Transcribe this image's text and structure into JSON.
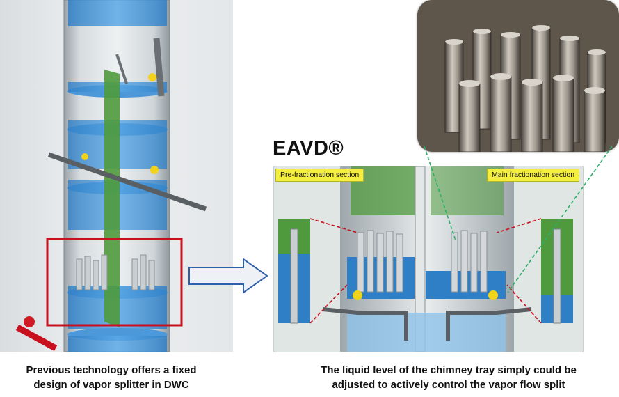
{
  "eavd_title": "EAVD®",
  "sections": {
    "pre_fractionation": "Pre-fractionation section",
    "main_fractionation": "Main fractionation section"
  },
  "captions": {
    "left_line1": "Previous technology offers a fixed",
    "left_line2": "design of vapor splitter in DWC",
    "right_line1": "The liquid level of the chimney tray simply could be",
    "right_line2": "adjusted to actively control the vapor flow split"
  },
  "colors": {
    "liquid_blue": "#3d8fd6",
    "wall_green": "#4f9a3c",
    "highlight_red": "#c8101e",
    "valve_yellow": "#f2d21a",
    "label_yellow": "#f4ee3e",
    "callout_dash": "#2bb06a"
  }
}
